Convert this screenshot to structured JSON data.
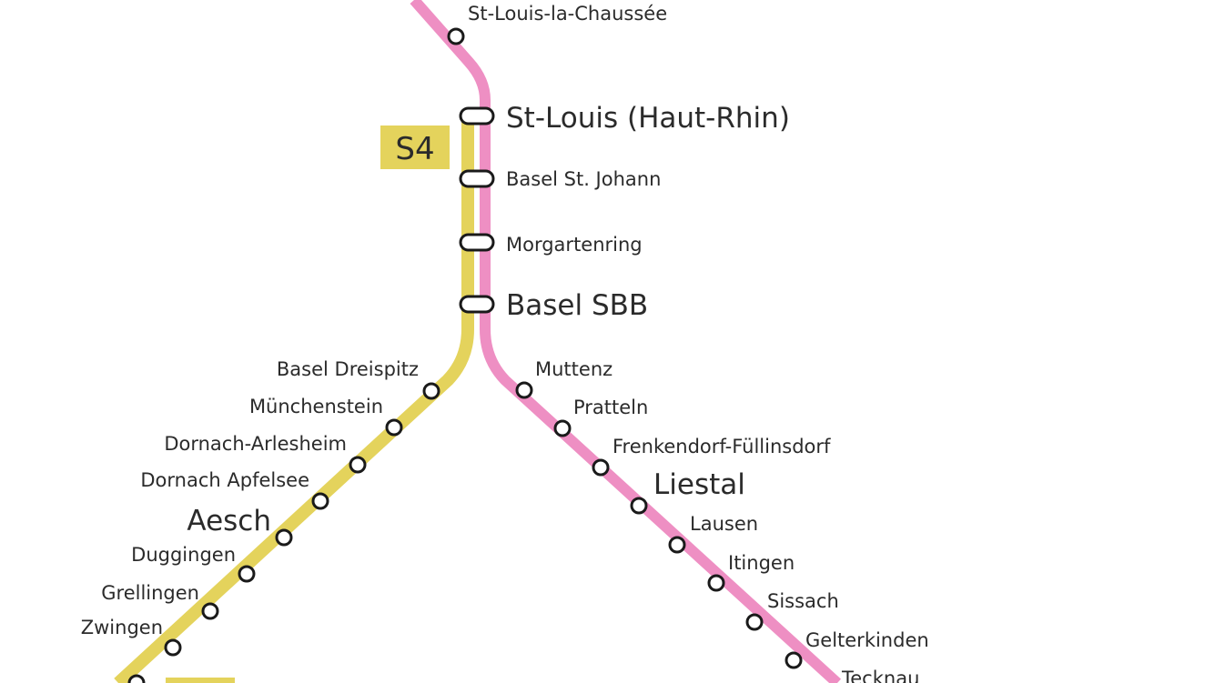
{
  "colors": {
    "s3_line": "#ee8fc3",
    "s4_line": "#e4d35c",
    "station_stroke": "#1a1a1a",
    "station_fill": "#ffffff",
    "label": "#2b2b2b"
  },
  "line_badge": {
    "label": "S4"
  },
  "stations": {
    "st_louis_la_chaussee": "St-Louis-la-Chaussée",
    "st_louis_haut_rhin": "St-Louis (Haut-Rhin)",
    "basel_st_johann": "Basel St. Johann",
    "morgartenring": "Morgartenring",
    "basel_sbb": "Basel SBB",
    "basel_dreispitz": "Basel Dreispitz",
    "muenchenstein": "Münchenstein",
    "dornach_arlesheim": "Dornach-Arlesheim",
    "dornach_apfelsee": "Dornach Apfelsee",
    "aesch": "Aesch",
    "duggingen": "Duggingen",
    "grellingen": "Grellingen",
    "zwingen": "Zwingen",
    "muttenz": "Muttenz",
    "pratteln": "Pratteln",
    "frenkendorf": "Frenkendorf-Füllinsdorf",
    "liestal": "Liestal",
    "lausen": "Lausen",
    "itingen": "Itingen",
    "sissach": "Sissach",
    "gelterkinden": "Gelterkinden",
    "tecknau": "Tecknau"
  }
}
